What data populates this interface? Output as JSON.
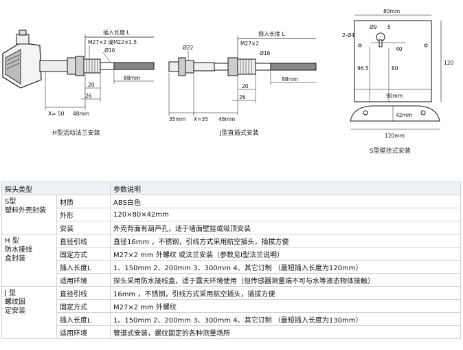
{
  "diagrams": {
    "h": {
      "caption": "H型活动法兰安装",
      "labels": {
        "insert_length": "插入长度 L",
        "thread": "M27×2 或M22×1.5",
        "dia": "Ø16",
        "d20": "20",
        "d26": "26",
        "d88": "88mm",
        "x50": "X= 50",
        "d48": "48mm"
      }
    },
    "j": {
      "caption": "J型直插式安装",
      "labels": {
        "dia22": "Ø22",
        "insert_length": "插入长度 L",
        "thread": "M27×2",
        "dia16": "Ø16",
        "d20": "20",
        "d26": "26",
        "d88": "88mm",
        "d35": "35mm",
        "x35": "X=35",
        "d48": "48mm"
      }
    },
    "s": {
      "caption": "S型壁挂式安装",
      "labels": {
        "d80": "80mm",
        "d2x4": "2-Ø4",
        "d9": "Ø9",
        "d5": "5",
        "d40": "40",
        "d120_side": "120",
        "d965": "96.5",
        "d60": "60",
        "d90": "90mm",
        "d42": "42mm",
        "d120_bottom": "120mm"
      }
    }
  },
  "table": {
    "header": {
      "type": "探头类型",
      "param": "参数说明"
    },
    "groups": [
      {
        "type_label": "S型\n塑料外壳封装",
        "rows": [
          {
            "attr": "材质",
            "value": "ABS白色"
          },
          {
            "attr": "外形",
            "value": "120×80×42mm"
          },
          {
            "attr": "安装",
            "value": "外壳背面有葫芦孔，适于墙面壁挂或吸顶安装"
          }
        ]
      },
      {
        "type_label": "H 型\n防水接线\n盒封装",
        "rows": [
          {
            "attr": "直径引线",
            "value": "直径16mm ，不锈钢，引线方式采用航空插头，插拔方便"
          },
          {
            "attr": "固定方式",
            "value": "M27×2 mm  外螺纹 或法兰安装（参数见I型法兰说明）"
          },
          {
            "attr": "插入长度L",
            "value": "1、150mm 2、200mm 3、300mm 4、其它订制 （最短插入长度为120mm）"
          },
          {
            "attr": "适用环境",
            "value": "探头采用防水接线盒，适于露天环境使用（但传感器测量端不可与水等液态物体接触）"
          }
        ]
      },
      {
        "type_label": "J 型\n螺纹固\n定安装",
        "rows": [
          {
            "attr": "直径引线",
            "value": "16mm ，不锈钢，引线方式采用航空插头，插拔方便"
          },
          {
            "attr": "固定方式",
            "value": "M27×2 mm 外螺纹"
          },
          {
            "attr": "插入长度L",
            "value": "1、150mm 2、200mm 3、300mm 4、其它订制   （最短插入长度为130mm）"
          },
          {
            "attr": "适用环境",
            "value": "管道式安装，螺纹固定的各种测量场所"
          }
        ]
      }
    ]
  }
}
